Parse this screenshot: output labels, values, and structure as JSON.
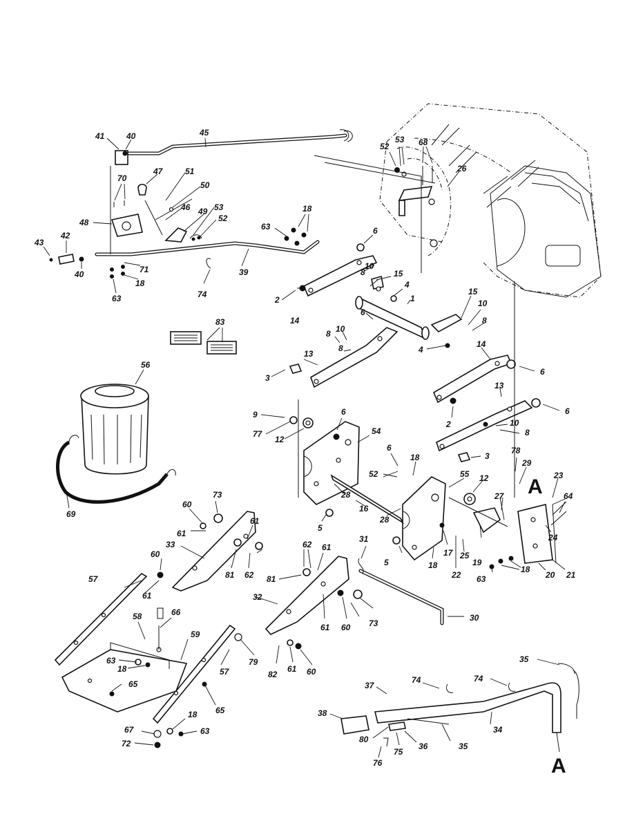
{
  "callouts": {
    "n1": "1",
    "n2": "2",
    "n3": "3",
    "n4": "4",
    "n5": "5",
    "n6": "6",
    "n8": "8",
    "n9": "9",
    "n10": "10",
    "n12": "12",
    "n13": "13",
    "n14": "14",
    "n15": "15",
    "n16": "16",
    "n17": "17",
    "n18": "18",
    "n19": "19",
    "n20": "20",
    "n21": "21",
    "n22": "22",
    "n23": "23",
    "n24": "24",
    "n25": "25",
    "n26": "26",
    "n27": "27",
    "n28": "28",
    "n29": "29",
    "n30": "30",
    "n31": "31",
    "n32": "32",
    "n33": "33",
    "n34": "34",
    "n35": "35",
    "n36": "36",
    "n37": "37",
    "n38": "38",
    "n39": "39",
    "n40": "40",
    "n41": "41",
    "n42": "42",
    "n43": "43",
    "n45": "45",
    "n46": "46",
    "n47": "47",
    "n48": "48",
    "n49": "49",
    "n50": "50",
    "n51": "51",
    "n52": "52",
    "n53": "53",
    "n54": "54",
    "n55": "55",
    "n56": "56",
    "n57": "57",
    "n58": "58",
    "n59": "59",
    "n60": "60",
    "n61": "61",
    "n62": "62",
    "n63": "63",
    "n64": "64",
    "n65": "65",
    "n66": "66",
    "n67": "67",
    "n68": "68",
    "n69": "69",
    "n70": "70",
    "n71": "71",
    "n72": "72",
    "n73": "73",
    "n74": "74",
    "n75": "75",
    "n76": "76",
    "n77": "77",
    "n78": "78",
    "n79": "79",
    "n80": "80",
    "n81": "81",
    "n82": "82",
    "n83": "83"
  },
  "detail_markers": {
    "a": "A"
  }
}
